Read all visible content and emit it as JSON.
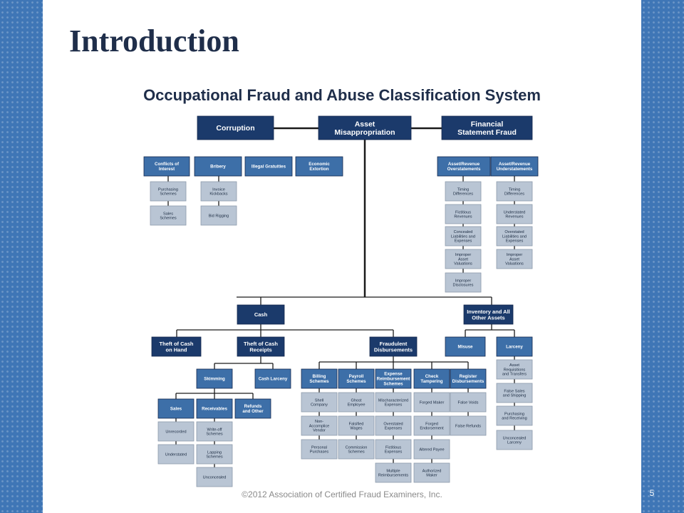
{
  "slide": {
    "title": "Introduction",
    "subtitle": "Occupational Fraud and Abuse Classification System",
    "footer": "©2012 Association of Certified Fraud Examiners, Inc.",
    "page_number": "5"
  },
  "colors": {
    "primary": "#1b3a6b",
    "secondary": "#3d6fa8",
    "leaf": "#b9c5d4",
    "line": "#1a1a1a",
    "sidebar": "#3f76b6"
  },
  "diagram": {
    "boxes": [
      {
        "id": "corruption",
        "label": "Corruption",
        "style": "primary"
      },
      {
        "id": "asset",
        "label": "Asset\nMisappropriation",
        "style": "primary"
      },
      {
        "id": "financial",
        "label": "Financial\nStatement Fraud",
        "style": "primary"
      },
      {
        "id": "conflicts",
        "label": "Conflicts of\nInterest",
        "style": "secondary"
      },
      {
        "id": "bribery",
        "label": "Bribery",
        "style": "secondary"
      },
      {
        "id": "illegal",
        "label": "Illegal Gratuities",
        "style": "secondary"
      },
      {
        "id": "extortion",
        "label": "Economic\nExtortion",
        "style": "secondary"
      },
      {
        "id": "purchasing",
        "label": "Purchasing\nSchemes",
        "style": "leaf"
      },
      {
        "id": "sales_schemes",
        "label": "Sales\nSchemes",
        "style": "leaf"
      },
      {
        "id": "invoice",
        "label": "Invoice\nKickbacks",
        "style": "leaf"
      },
      {
        "id": "bidrig",
        "label": "Bid Rigging",
        "style": "leaf"
      },
      {
        "id": "over",
        "label": "Asset/Revenue\nOverstatements",
        "style": "secondary"
      },
      {
        "id": "under",
        "label": "Asset/Revenue\nUnderstatements",
        "style": "secondary"
      },
      {
        "id": "timing1",
        "label": "Timing\nDifferences",
        "style": "leaf"
      },
      {
        "id": "fictitious_rev",
        "label": "Fictitious\nRevenues",
        "style": "leaf"
      },
      {
        "id": "concealed",
        "label": "Concealed\nLiabilities and\nExpenses",
        "style": "leaf"
      },
      {
        "id": "improper_val1",
        "label": "Improper\nAsset\nValuations",
        "style": "leaf"
      },
      {
        "id": "improper_disc",
        "label": "Improper\nDisclosures",
        "style": "leaf"
      },
      {
        "id": "timing2",
        "label": "Timing\nDifferences",
        "style": "leaf"
      },
      {
        "id": "understated_rev",
        "label": "Understated\nRevenues",
        "style": "leaf"
      },
      {
        "id": "overstated_liab",
        "label": "Overstated\nLiabilities and\nExpenses",
        "style": "leaf"
      },
      {
        "id": "improper_val2",
        "label": "Improper\nAsset\nValuations",
        "style": "leaf"
      },
      {
        "id": "cash",
        "label": "Cash",
        "style": "primary"
      },
      {
        "id": "inventory",
        "label": "Inventory and All\nOther Assets",
        "style": "primary"
      },
      {
        "id": "theft_hand",
        "label": "Theft of Cash\non Hand",
        "style": "primary"
      },
      {
        "id": "theft_receipts",
        "label": "Theft of Cash\nReceipts",
        "style": "primary"
      },
      {
        "id": "fraud_disb",
        "label": "Fraudulent\nDisbursements",
        "style": "primary"
      },
      {
        "id": "misuse",
        "label": "Misuse",
        "style": "secondary"
      },
      {
        "id": "larceny",
        "label": "Larceny",
        "style": "secondary"
      },
      {
        "id": "skimming",
        "label": "Skimming",
        "style": "secondary"
      },
      {
        "id": "cash_larceny",
        "label": "Cash Larceny",
        "style": "secondary"
      },
      {
        "id": "sales",
        "label": "Sales",
        "style": "secondary"
      },
      {
        "id": "receivables",
        "label": "Receivables",
        "style": "secondary"
      },
      {
        "id": "refunds",
        "label": "Refunds\nand Other",
        "style": "secondary"
      },
      {
        "id": "unrecorded",
        "label": "Unrecorded",
        "style": "leaf"
      },
      {
        "id": "understated",
        "label": "Understated",
        "style": "leaf"
      },
      {
        "id": "writeoff",
        "label": "Write-off\nSchemes",
        "style": "leaf"
      },
      {
        "id": "lapping",
        "label": "Lapping\nSchemes",
        "style": "leaf"
      },
      {
        "id": "unconcealed",
        "label": "Unconcealed",
        "style": "leaf"
      },
      {
        "id": "billing",
        "label": "Billing\nSchemes",
        "style": "secondary"
      },
      {
        "id": "payroll",
        "label": "Payroll\nSchemes",
        "style": "secondary"
      },
      {
        "id": "expense",
        "label": "Expense\nReimbursement\nSchemes",
        "style": "secondary"
      },
      {
        "id": "check",
        "label": "Check\nTampering",
        "style": "secondary"
      },
      {
        "id": "register",
        "label": "Register\nDisbursements",
        "style": "secondary"
      },
      {
        "id": "shell",
        "label": "Shell\nCompany",
        "style": "leaf"
      },
      {
        "id": "nonaccomplice",
        "label": "Non-\nAccomplice\nVendor",
        "style": "leaf"
      },
      {
        "id": "personal",
        "label": "Personal\nPurchases",
        "style": "leaf"
      },
      {
        "id": "ghost",
        "label": "Ghost\nEmployee",
        "style": "leaf"
      },
      {
        "id": "falsified",
        "label": "Falsified\nWages",
        "style": "leaf"
      },
      {
        "id": "commission",
        "label": "Commission\nSchemes",
        "style": "leaf"
      },
      {
        "id": "mischar",
        "label": "Mischaracterized\nExpenses",
        "style": "leaf"
      },
      {
        "id": "overstated_exp",
        "label": "Overstated\nExpenses",
        "style": "leaf"
      },
      {
        "id": "fictitious_exp",
        "label": "Fictitious\nExpenses",
        "style": "leaf"
      },
      {
        "id": "multiple",
        "label": "Multiple\nReimbursements",
        "style": "leaf"
      },
      {
        "id": "forged_maker",
        "label": "Forged Maker",
        "style": "leaf"
      },
      {
        "id": "forged_end",
        "label": "Forged\nEndorsement",
        "style": "leaf"
      },
      {
        "id": "altered",
        "label": "Altered Payee",
        "style": "leaf"
      },
      {
        "id": "authorized",
        "label": "Authorized\nMaker",
        "style": "leaf"
      },
      {
        "id": "false_voids",
        "label": "False Voids",
        "style": "leaf"
      },
      {
        "id": "false_refunds",
        "label": "False Refunds",
        "style": "leaf"
      },
      {
        "id": "asset_req",
        "label": "Asset\nRequisitions\nand Transfers",
        "style": "leaf"
      },
      {
        "id": "false_sales",
        "label": "False Sales\nand Shipping",
        "style": "leaf"
      },
      {
        "id": "purch_recv",
        "label": "Purchasing\nand Receiving",
        "style": "leaf"
      },
      {
        "id": "unconcealed_larceny",
        "label": "Unconcealed\nLarceny",
        "style": "leaf"
      }
    ]
  }
}
